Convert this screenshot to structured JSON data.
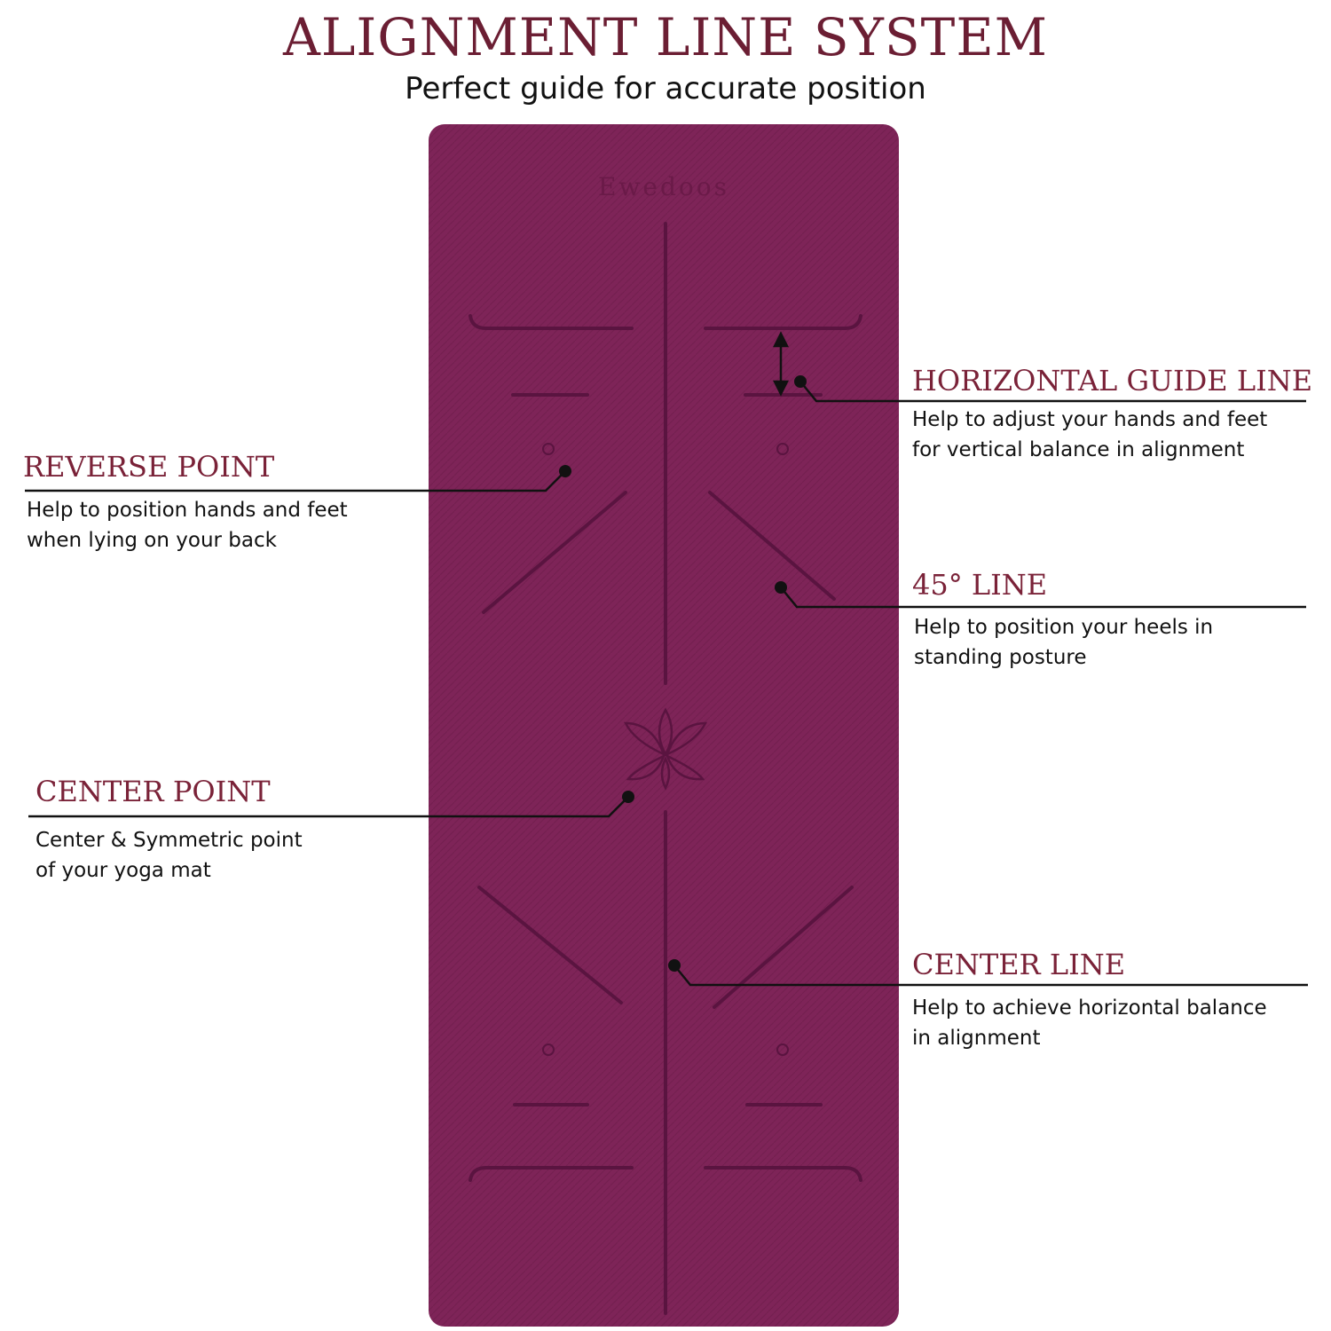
{
  "header": {
    "title": "ALIGNMENT LINE SYSTEM",
    "subtitle": "Perfect guide for accurate position"
  },
  "mat": {
    "brand": "Ewedoos",
    "color": "#7e2458",
    "line_color": "#5a1440",
    "logo_icon": "lotus-icon"
  },
  "callouts": {
    "horizontal_guide": {
      "title": "HORIZONTAL GUIDE LINE",
      "desc_1": "Help to adjust your hands and feet",
      "desc_2": "for vertical balance in alignment"
    },
    "reverse_point": {
      "title": "REVERSE POINT",
      "desc_1": "Help to position hands and feet",
      "desc_2": "when lying on your back"
    },
    "line_45": {
      "title": "45° LINE",
      "desc_1": "Help to position your heels in",
      "desc_2": "standing posture"
    },
    "center_point": {
      "title": "CENTER POINT",
      "desc_1": "Center & Symmetric point",
      "desc_2": "of your yoga mat"
    },
    "center_line": {
      "title": "CENTER LINE",
      "desc_1": "Help to achieve horizontal balance",
      "desc_2": "in alignment"
    }
  },
  "colors": {
    "title": "#6b1e33",
    "callout_title": "#7a2238",
    "leader": "#111111"
  }
}
